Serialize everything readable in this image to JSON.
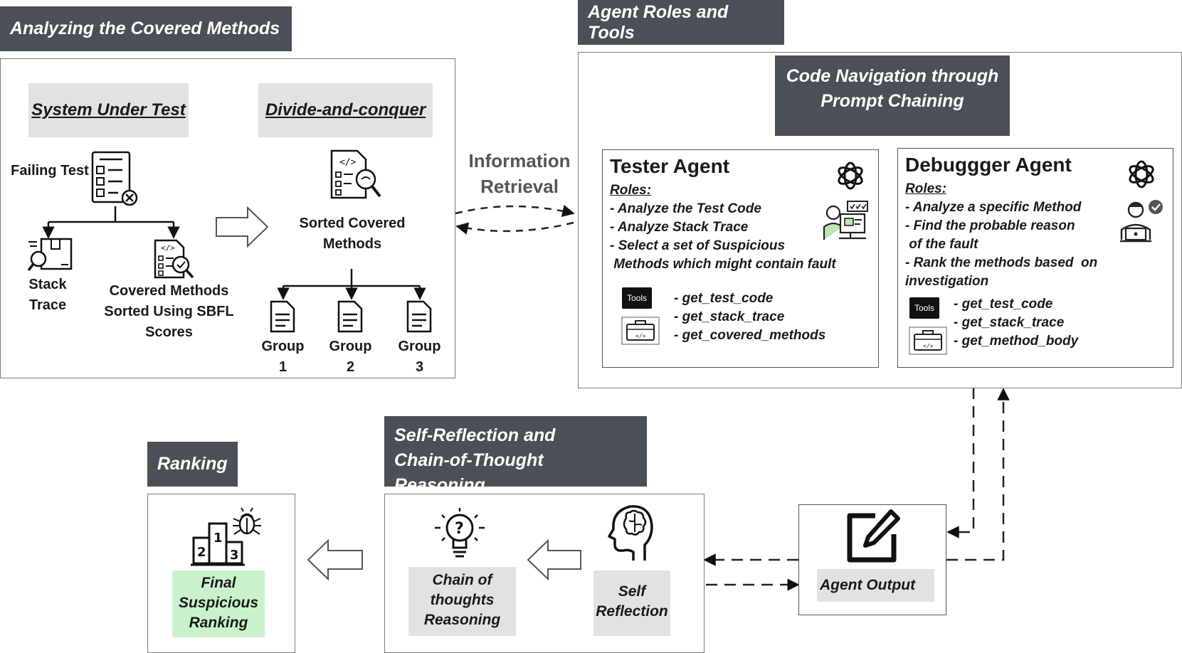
{
  "sections": {
    "analyzing": "Analyzing the Covered Methods",
    "agent_roles": "Agent Roles and Tools",
    "self_reflection_line1": "Self-Reflection and",
    "self_reflection_line2": "Chain-of-Thought Reasoning",
    "ranking": "Ranking"
  },
  "analyzing": {
    "system_under_test": "System Under Test",
    "divide_and_conquer": "Divide-and-conquer",
    "failing_test": "Failing Test",
    "stack_trace_1": "Stack",
    "stack_trace_2": "Trace",
    "covered_1": "Covered Methods",
    "covered_2": "Sorted Using SBFL",
    "covered_3": "Scores",
    "sorted_1": "Sorted Covered",
    "sorted_2": "Methods",
    "groups": [
      {
        "label": "Group",
        "num": "1"
      },
      {
        "label": "Group",
        "num": "2"
      },
      {
        "label": "Group",
        "num": "3"
      }
    ]
  },
  "info_retrieval": {
    "line1": "Information",
    "line2": "Retrieval"
  },
  "code_navigation": {
    "line1": "Code Navigation through",
    "line2": "Prompt Chaining"
  },
  "tester": {
    "title": "Tester Agent",
    "roles_label": "Roles:",
    "roles": [
      "- Analyze the Test Code",
      "- Analyze Stack Trace",
      "- Select a set of Suspicious",
      " Methods which might contain fault"
    ],
    "tools_badge": "Tools",
    "tools": [
      "- get_test_code",
      "- get_stack_trace",
      "- get_covered_methods"
    ]
  },
  "debugger": {
    "title": "Debuggger Agent",
    "roles_label": "Roles:",
    "roles": [
      "- Analyze a specific Method",
      "- Find the probable reason",
      " of the fault",
      "- Rank the methods based  on",
      "investigation"
    ],
    "tools_badge": "Tools",
    "tools": [
      "- get_test_code",
      "- get_stack_trace",
      "- get_method_body"
    ]
  },
  "agent_output": "Agent Output",
  "reflection": {
    "chain_1": "Chain of",
    "chain_2": "thoughts",
    "chain_3": "Reasoning",
    "self_1": "Self",
    "self_2": "Reflection"
  },
  "ranking": {
    "line1": "Final",
    "line2": "Suspicious",
    "line3": "Ranking"
  },
  "icons": [
    "document-checklist-icon",
    "code-file-icon",
    "magnifier-icon",
    "arrow-icon",
    "openai-logo-icon",
    "developer-icon",
    "toolbox-icon",
    "edit-icon",
    "lightbulb-icon",
    "brain-head-icon",
    "podium-icon",
    "bug-icon"
  ],
  "colors": {
    "header_bg": "#4b4f57",
    "subtitle_bg": "#e1e2e3",
    "green_bg": "#c9f2cc"
  }
}
